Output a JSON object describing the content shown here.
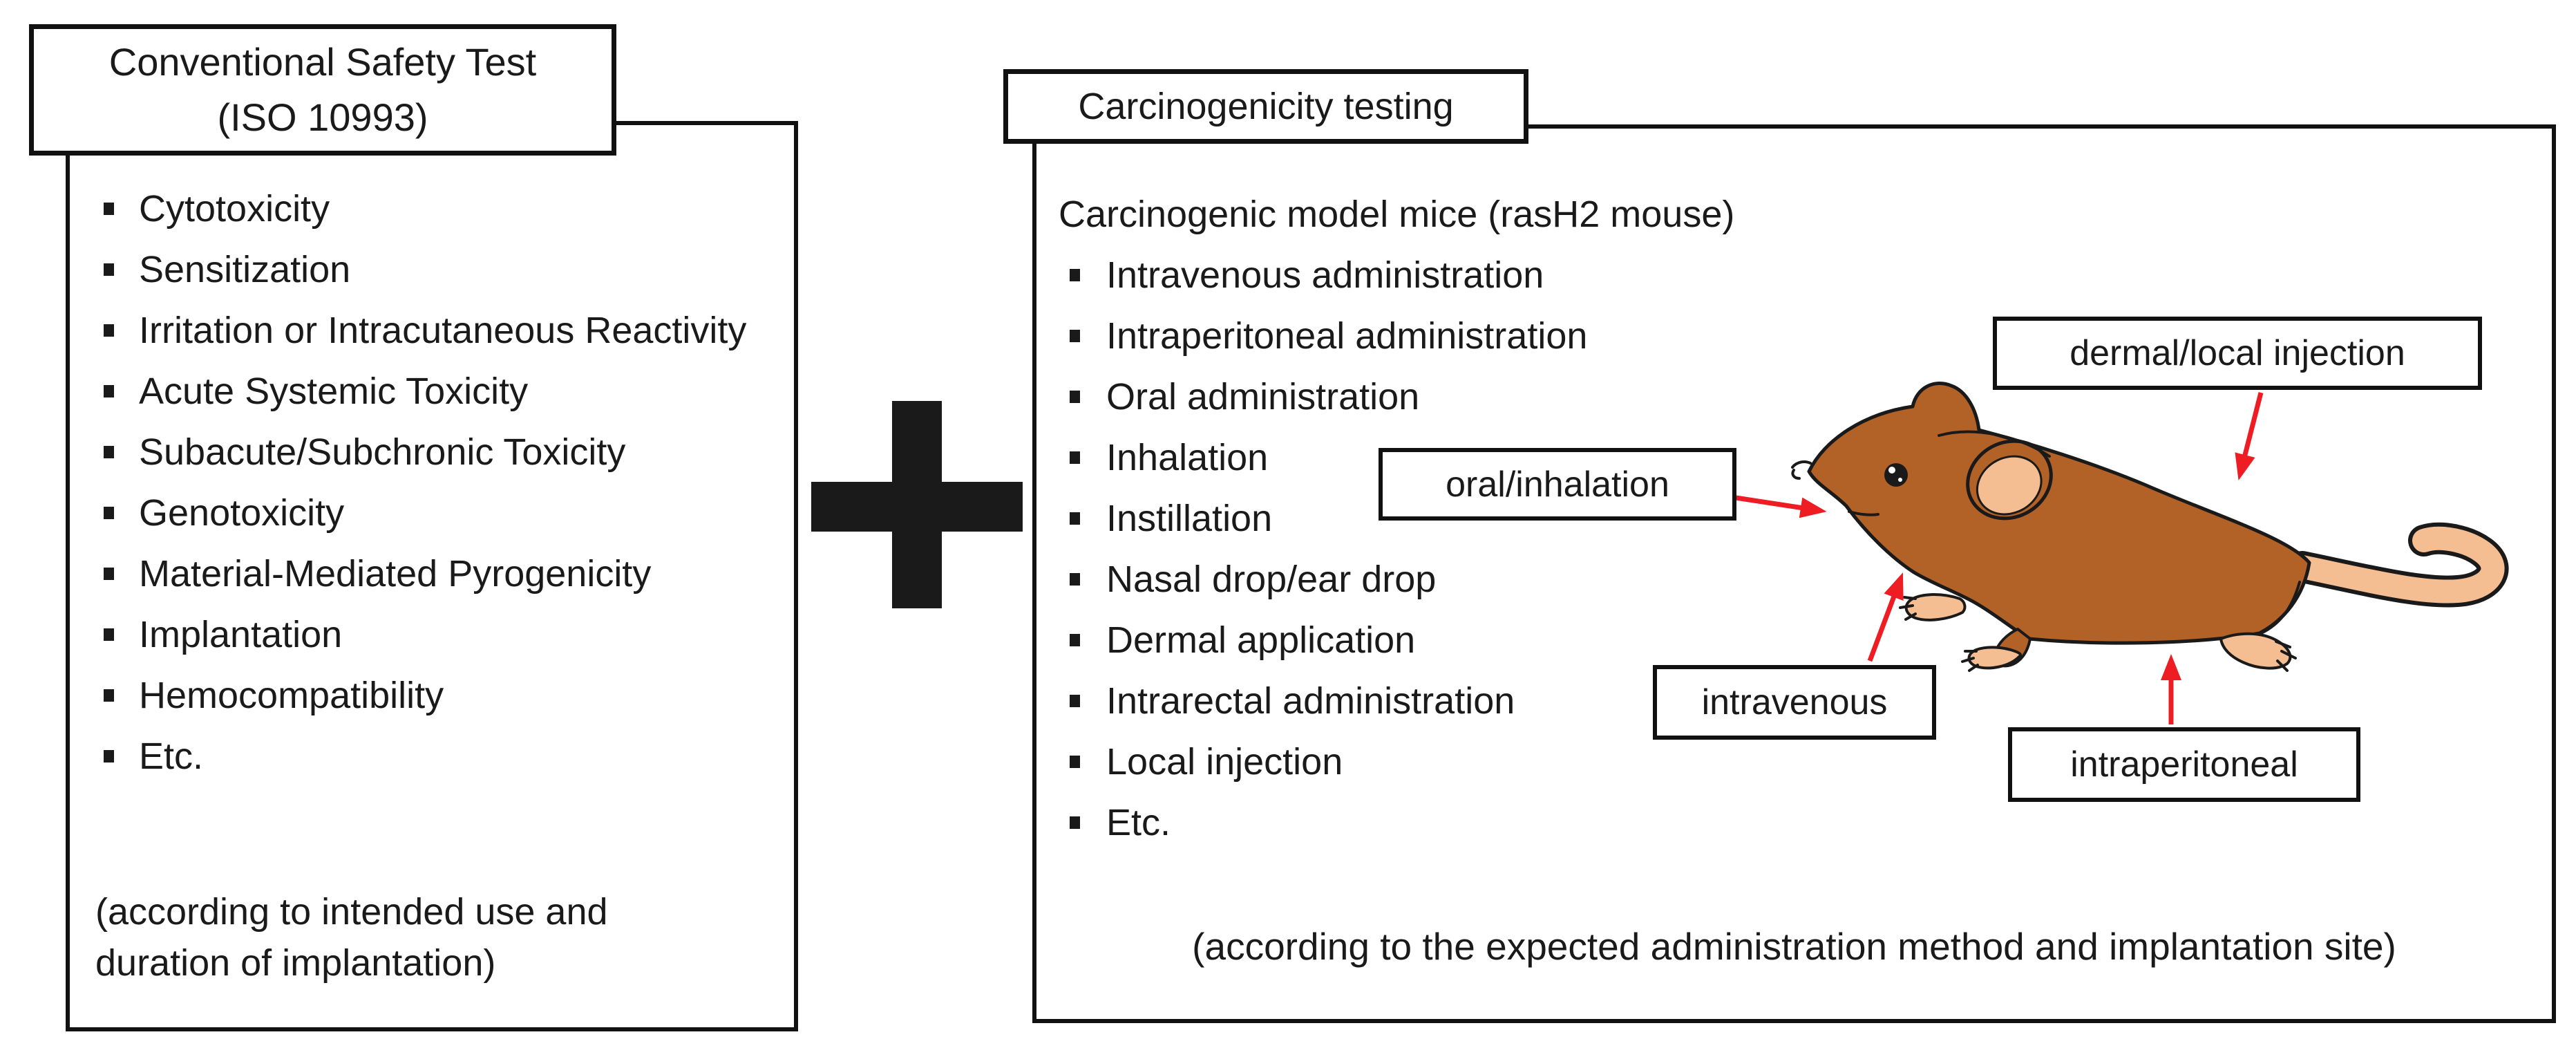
{
  "left_panel": {
    "title_line1": "Conventional Safety Test",
    "title_line2": "(ISO 10993)",
    "items": [
      "Cytotoxicity",
      "Sensitization",
      "Irritation or Intracutaneous Reactivity",
      "Acute Systemic Toxicity",
      "Subacute/Subchronic Toxicity",
      "Genotoxicity",
      "Material-Mediated Pyrogenicity",
      "Implantation",
      "Hemocompatibility",
      "Etc."
    ],
    "note_line1": "(according to intended use and",
    "note_line2": "duration of implantation)"
  },
  "connector": {
    "type": "plus",
    "color": "#1a1a1a"
  },
  "right_panel": {
    "title": "Carcinogenicity testing",
    "intro": "Carcinogenic model mice (rasH2 mouse)",
    "items": [
      "Intravenous administration",
      "Intraperitoneal administration",
      "Oral administration",
      "Inhalation",
      "Instillation",
      "Nasal drop/ear drop",
      "Dermal application",
      "Intrarectal administration",
      "Local injection",
      "Etc."
    ],
    "note": "(according to the expected administration method and implantation site)"
  },
  "mouse_labels": {
    "oral": "oral/inhalation",
    "dermal": "dermal/local injection",
    "intravenous": "intravenous",
    "intraperitoneal": "intraperitoneal"
  },
  "colors": {
    "arrow_red": "#ee1c23",
    "mouse_body": "#b36227",
    "mouse_accent": "#f5bd92",
    "box_border": "#111111",
    "text_color": "#1a1a1a",
    "bg": "#ffffff"
  }
}
